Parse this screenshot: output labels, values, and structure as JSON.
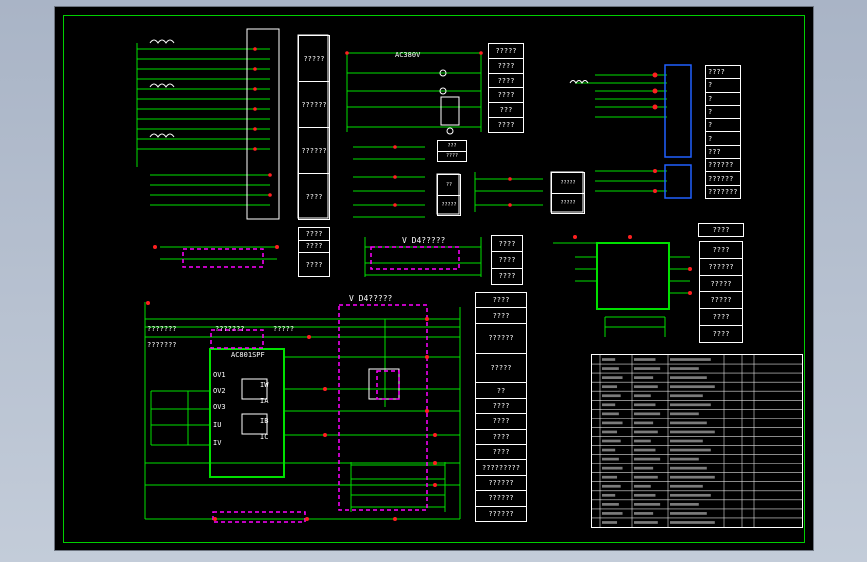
{
  "sheet": {
    "voltage_label": "AC380V",
    "vd4_label_top": "V D4?????",
    "vd4_label_main": "V D4?????",
    "unit_label": "AC801SPF",
    "left_box_a": "???????",
    "left_box_b": "???????",
    "mid_label_a": "???????",
    "mid_label_b": "?????",
    "block_labels": {
      "ov1": "OV1",
      "ov2": "OV2",
      "ov3": "OV3",
      "iu": "IU",
      "iv": "IV",
      "iw": "IW",
      "ia": "IA",
      "ib": "IB",
      "ic": "IC"
    }
  },
  "tables": {
    "t1": [
      "?????",
      "??????",
      "??????",
      "????"
    ],
    "t2": [
      "?????",
      "????",
      "????",
      "????",
      "???",
      "????"
    ],
    "t3": [
      "???",
      "????"
    ],
    "t4": [
      "????",
      "????",
      "????"
    ],
    "t5": [
      "????",
      "????",
      "????"
    ],
    "t6": [
      "????",
      "????",
      "??????",
      "?????",
      "??",
      "????",
      "????",
      "????",
      "????",
      "?????????",
      "??????",
      "??????",
      "??????"
    ],
    "t7": [
      "????",
      "?",
      "?",
      "?",
      "?",
      "?",
      "???",
      "??????",
      "??????",
      "???????"
    ],
    "t8": [
      "????",
      "??????",
      "?????",
      "?????",
      "????",
      "????"
    ],
    "t9": [
      "????"
    ],
    "t10": [
      "??",
      "?????"
    ],
    "t11": [
      "?????",
      "?????"
    ]
  }
}
